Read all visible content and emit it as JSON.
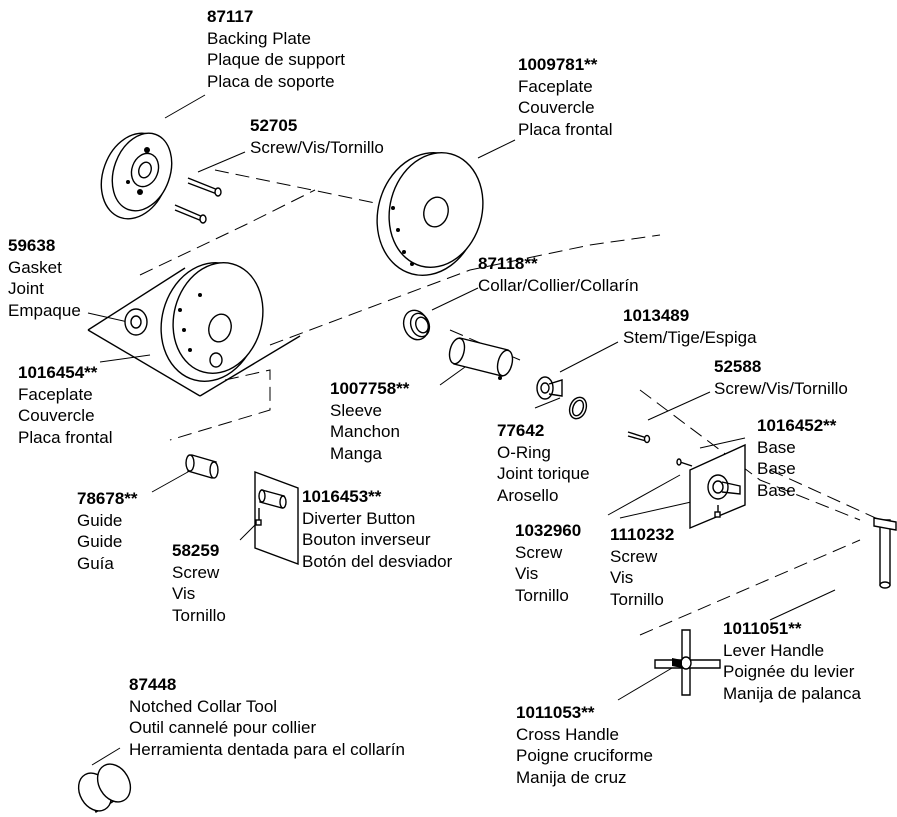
{
  "parts": [
    {
      "key": "backing_plate",
      "id": "87117",
      "lines": [
        "Backing Plate",
        "Plaque de support",
        "Placa de soporte"
      ]
    },
    {
      "key": "screw_top",
      "id": "52705",
      "lines": [
        "Screw/Vis/Tornillo"
      ]
    },
    {
      "key": "faceplate_top",
      "id": "1009781**",
      "lines": [
        "Faceplate",
        "Couvercle",
        "Placa frontal"
      ]
    },
    {
      "key": "gasket",
      "id": "59638",
      "lines": [
        "Gasket",
        "Joint",
        "Empaque"
      ]
    },
    {
      "key": "collar",
      "id": "87118**",
      "lines": [
        "Collar/Collier/Collarín"
      ]
    },
    {
      "key": "stem",
      "id": "1013489",
      "lines": [
        "Stem/Tige/Espiga"
      ]
    },
    {
      "key": "faceplate_left",
      "id": "1016454**",
      "lines": [
        "Faceplate",
        "Couvercle",
        "Placa frontal"
      ]
    },
    {
      "key": "sleeve",
      "id": "1007758**",
      "lines": [
        "Sleeve",
        "Manchon",
        "Manga"
      ]
    },
    {
      "key": "screw_right",
      "id": "52588",
      "lines": [
        "Screw/Vis/Tornillo"
      ]
    },
    {
      "key": "oring",
      "id": "77642",
      "lines": [
        "O-Ring",
        "Joint torique",
        "Arosello"
      ]
    },
    {
      "key": "base",
      "id": "1016452**",
      "lines": [
        "Base",
        "Base",
        "Base"
      ]
    },
    {
      "key": "guide",
      "id": "78678**",
      "lines": [
        "Guide",
        "Guide",
        "Guía"
      ]
    },
    {
      "key": "diverter",
      "id": "1016453**",
      "lines": [
        "Diverter Button",
        "Bouton inverseur",
        "Botón del desviador"
      ]
    },
    {
      "key": "screw_diverter",
      "id": "58259",
      "lines": [
        "Screw",
        "Vis",
        "Tornillo"
      ]
    },
    {
      "key": "screw_base",
      "id": "1032960",
      "lines": [
        "Screw",
        "Vis",
        "Tornillo"
      ]
    },
    {
      "key": "screw_base2",
      "id": "1110232",
      "lines": [
        "Screw",
        "Vis",
        "Tornillo"
      ]
    },
    {
      "key": "lever",
      "id": "1011051**",
      "lines": [
        "Lever Handle",
        "Poignée du levier",
        "Manija de palanca"
      ]
    },
    {
      "key": "tool",
      "id": "87448",
      "lines": [
        "Notched Collar Tool",
        "Outil cannelé pour collier",
        "Herramienta dentada para el collarín"
      ]
    },
    {
      "key": "cross",
      "id": "1011053**",
      "lines": [
        "Cross Handle",
        "Poigne cruciforme",
        "Manija de cruz"
      ]
    }
  ]
}
